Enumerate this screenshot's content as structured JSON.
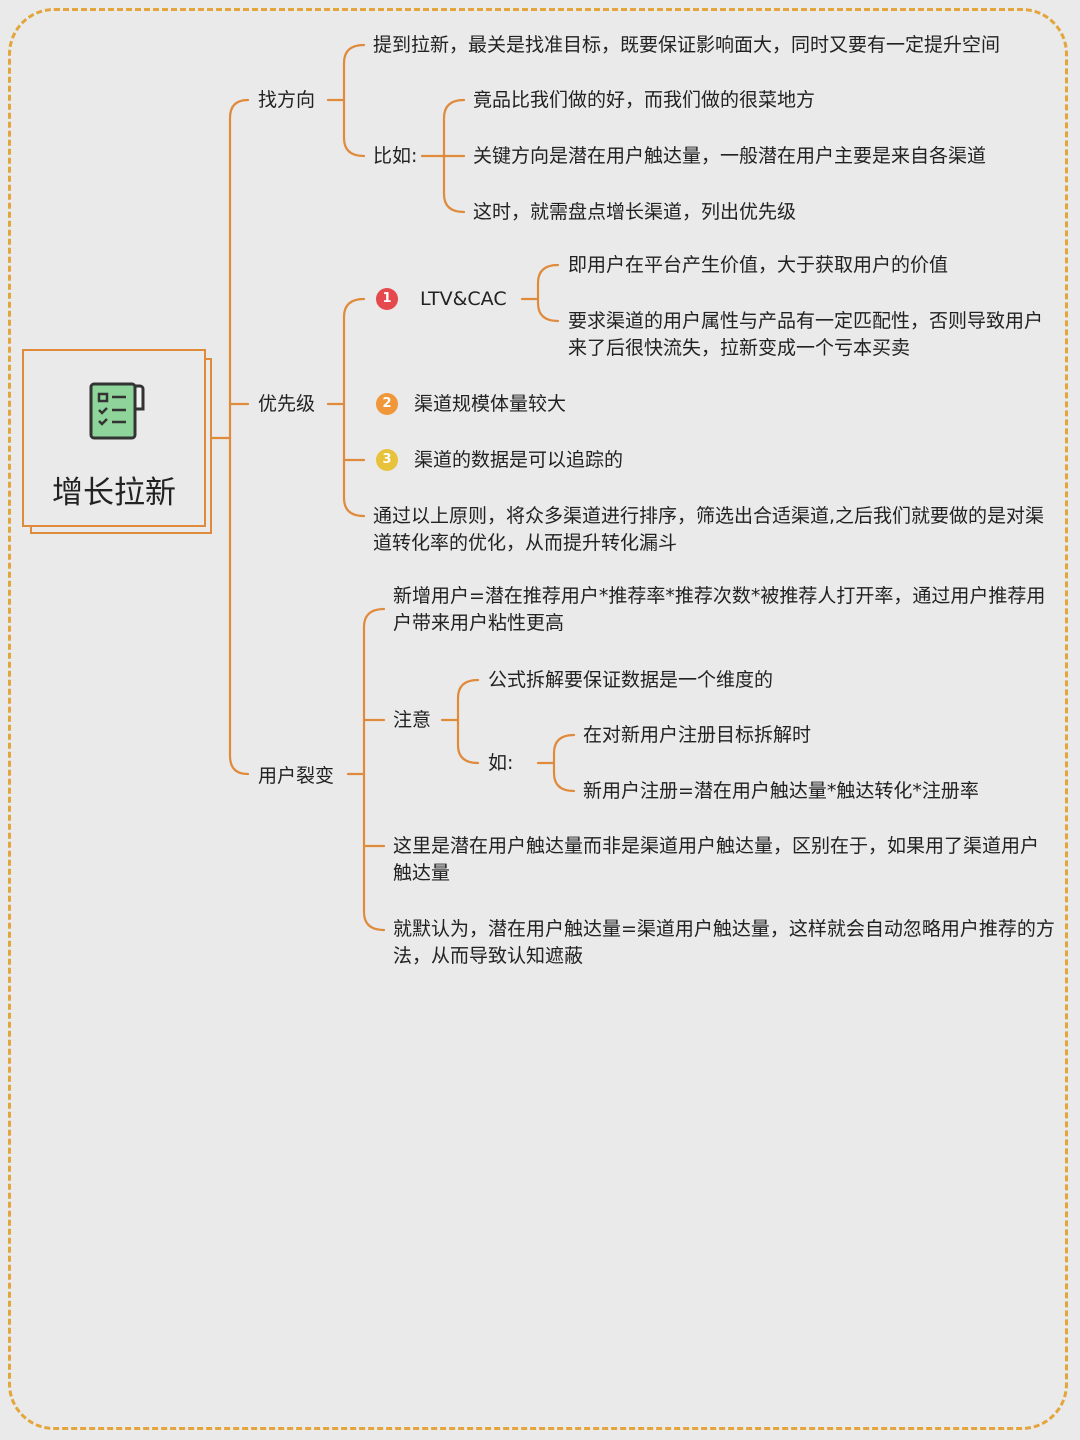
{
  "root": {
    "title": "增长拉新",
    "icon": "checklist-icon"
  },
  "colors": {
    "line": "#e08a3c",
    "frame": "#e3a53c",
    "badge1": "#e5484d",
    "badge2": "#f0973a",
    "badge3": "#e9c23b",
    "background": "#eaeaea"
  },
  "branches": {
    "direction": {
      "label": "找方向",
      "point1": "提到拉新，最关是找准目标，既要保证影响面大，同时又要有一定提升空间",
      "example_label": "比如:",
      "examples": [
        "竟品比我们做的好，而我们做的很菜地方",
        "关键方向是潜在用户触达量，一般潜在用户主要是来自各渠道",
        "这时，就需盘点增长渠道，列出优先级"
      ]
    },
    "priority": {
      "label": "优先级",
      "items": [
        {
          "badge": "1",
          "text": "LTV&CAC"
        },
        {
          "badge": "2",
          "text": "渠道规模体量较大"
        },
        {
          "badge": "3",
          "text": "渠道的数据是可以追踪的"
        }
      ],
      "ltv_details": [
        "即用户在平台产生价值，大于获取用户的价值",
        "要求渠道的用户属性与产品有一定匹配性，否则导致用户来了后很快流失，拉新变成一个亏本买卖"
      ],
      "summary": "通过以上原则，将众多渠道进行排序，筛选出合适渠道,之后我们就要做的是对渠道转化率的优化，从而提升转化漏斗"
    },
    "fission": {
      "label": "用户裂变",
      "formula": "新增用户=潜在推荐用户*推荐率*推荐次数*被推荐人打开率，通过用户推荐用户带来用户粘性更高",
      "note_label": "注意",
      "note_point": "公式拆解要保证数据是一个维度的",
      "note_example_label": "如:",
      "note_examples": [
        "在对新用户注册目标拆解时",
        "新用户注册=潜在用户触达量*触达转化*注册率"
      ],
      "point3": "这里是潜在用户触达量而非是渠道用户触达量，区别在于，如果用了渠道用户触达量",
      "point4": "就默认为，潜在用户触达量=渠道用户触达量，这样就会自动忽略用户推荐的方法，从而导致认知遮蔽"
    }
  }
}
